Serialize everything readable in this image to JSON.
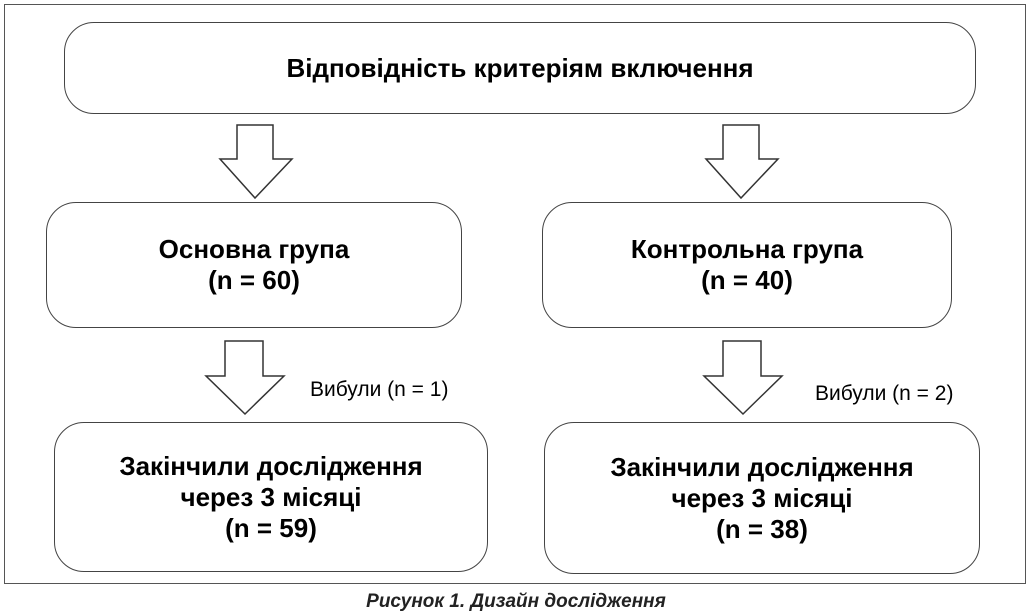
{
  "top": {
    "title": "Відповідність критеріям включення"
  },
  "main_group": {
    "name": "Основна група",
    "n": "(n = 60)"
  },
  "control_group": {
    "name": "Контрольна група",
    "n": "(n = 40)"
  },
  "main_dropout": "Вибули (n = 1)",
  "control_dropout": "Вибули (n = 2)",
  "main_completed": {
    "line1": "Закінчили дослідження",
    "line2": "через 3 місяці",
    "n": "(n = 59)"
  },
  "control_completed": {
    "line1": "Закінчили дослідження",
    "line2": "через 3 місяці",
    "n": "(n = 38)"
  },
  "caption": "Рисунок 1. Дизайн дослідження"
}
